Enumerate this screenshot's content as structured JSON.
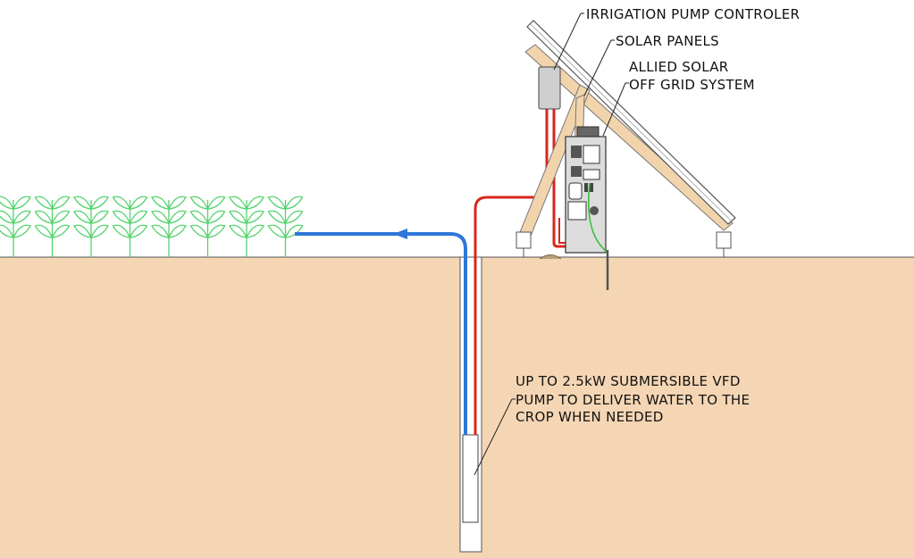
{
  "labels": {
    "controller": "IRRIGATION PUMP CONTROLER",
    "panels": "SOLAR PANELS",
    "system_line1": "ALLIED SOLAR",
    "system_line2": "OFF GRID SYSTEM",
    "pump_line1": "UP TO 2.5kW SUBMERSIBLE VFD",
    "pump_line2": "PUMP TO DELIVER WATER TO THE",
    "pump_line3": "CROP WHEN NEEDED"
  },
  "colors": {
    "soil": "#f5d6b4",
    "crop": "#53d36b",
    "water_pipe": "#2f77d9",
    "power_cable": "#d9261c",
    "earth_wire": "#3cbf3c",
    "timber": "#f2d4ac",
    "line": "#333333"
  },
  "crop_count": 8
}
